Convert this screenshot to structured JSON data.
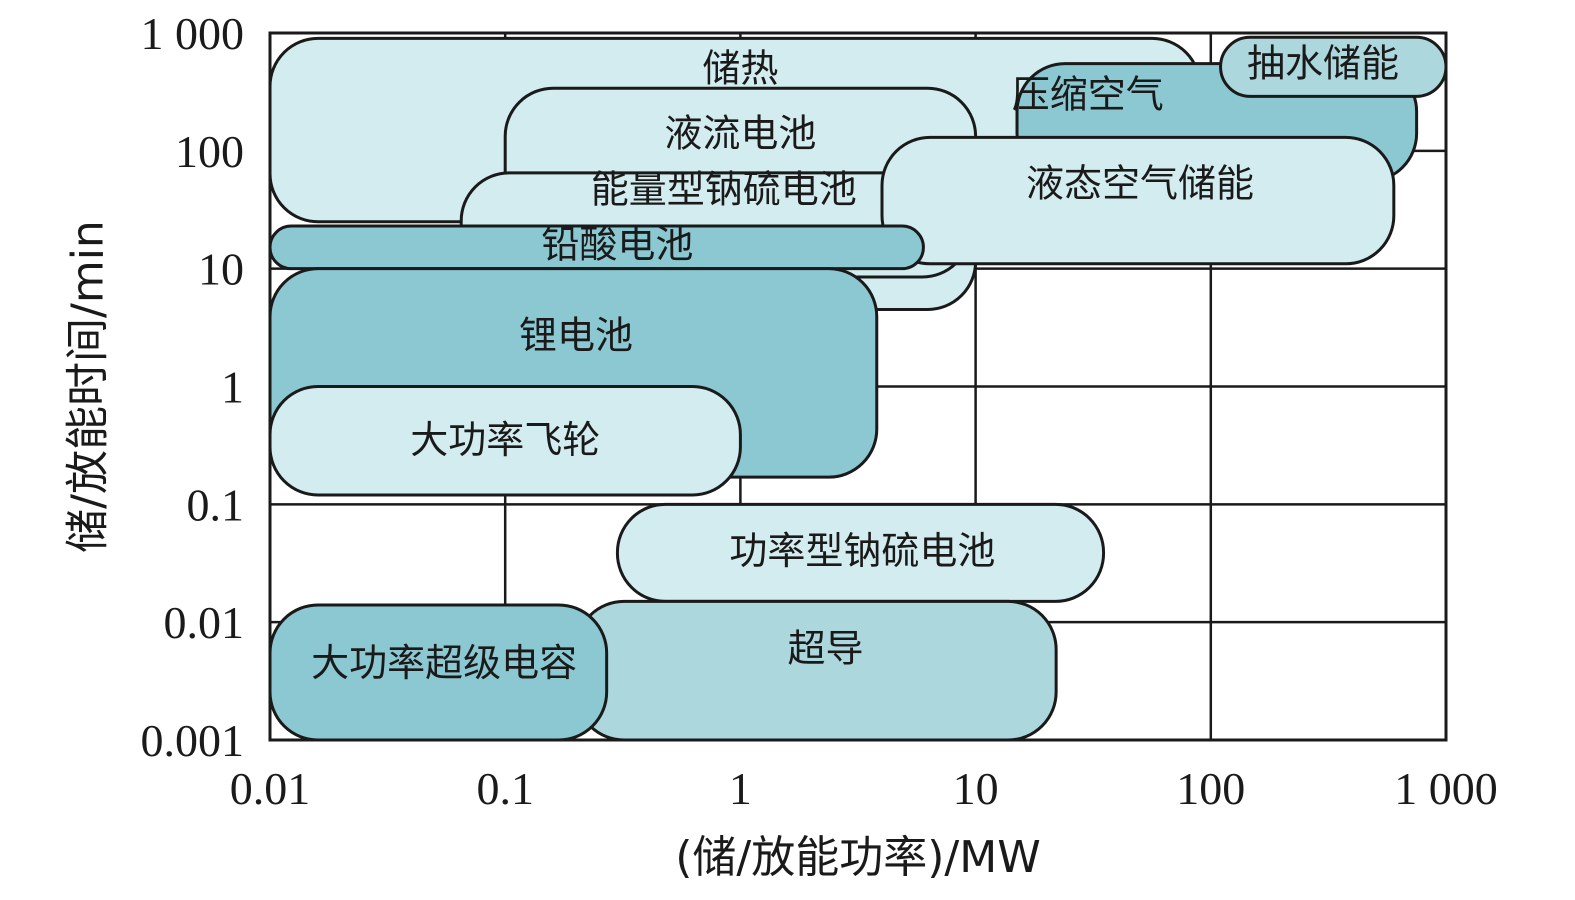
{
  "chart_data": {
    "type": "region-map",
    "x_scale": "log",
    "y_scale": "log",
    "xlim": [
      0.01,
      1000
    ],
    "ylim": [
      0.001,
      1000
    ],
    "x_ticks": [
      0.01,
      0.1,
      1,
      10,
      100,
      1000
    ],
    "x_tick_labels": [
      "0.01",
      "0.1",
      "1",
      "10",
      "100",
      "1 000"
    ],
    "y_ticks": [
      0.001,
      0.01,
      0.1,
      1,
      10,
      100,
      1000
    ],
    "y_tick_labels": [
      "0.001",
      "0.01",
      "0.1",
      "1",
      "10",
      "100",
      "1 000"
    ],
    "xlabel": "(储/放能功率)/MW",
    "ylabel": "储/放能时间/min",
    "grid": true,
    "colors": {
      "light": "#d3ecef",
      "medium": "#acd7dd",
      "dark": "#8cc8d2"
    },
    "regions": [
      {
        "name": "储热",
        "x": [
          0.01,
          90
        ],
        "y": [
          25,
          900
        ],
        "shade": "light",
        "label_at": [
          1,
          500
        ]
      },
      {
        "name": "压缩空气",
        "x": [
          15,
          750
        ],
        "y": [
          55,
          550
        ],
        "shade": "dark",
        "label_at": [
          30,
          300
        ]
      },
      {
        "name": "抽水储能",
        "x": [
          110,
          1000
        ],
        "y": [
          290,
          920
        ],
        "shade": "medium",
        "label_at": [
          300,
          550
        ]
      },
      {
        "name": "液流电池",
        "x": [
          0.1,
          10
        ],
        "y": [
          4.5,
          340
        ],
        "shade": "light",
        "label_at": [
          1,
          140
        ]
      },
      {
        "name": "能量型钠硫电池",
        "x": [
          0.065,
          9.5
        ],
        "y": [
          8.5,
          65
        ],
        "shade": "light",
        "label_at": [
          0.85,
          47
        ]
      },
      {
        "name": "液态空气储能",
        "x": [
          4,
          600
        ],
        "y": [
          11,
          130
        ],
        "shade": "light",
        "label_at": [
          50,
          53
        ]
      },
      {
        "name": "铅酸电池",
        "x": [
          0.01,
          6
        ],
        "y": [
          10,
          23
        ],
        "shade": "dark",
        "label_at": [
          0.3,
          16
        ]
      },
      {
        "name": "锂电池",
        "x": [
          0.01,
          3.8
        ],
        "y": [
          0.17,
          10
        ],
        "shade": "dark",
        "label_at": [
          0.2,
          2.7
        ]
      },
      {
        "name": "大功率飞轮",
        "x": [
          0.01,
          1
        ],
        "y": [
          0.12,
          1
        ],
        "shade": "light",
        "label_at": [
          0.1,
          0.35
        ]
      },
      {
        "name": "功率型钠硫电池",
        "x": [
          0.3,
          35
        ],
        "y": [
          0.015,
          0.1
        ],
        "shade": "light",
        "label_at": [
          3.3,
          0.04
        ]
      },
      {
        "name": "超导",
        "x": [
          0.2,
          22
        ],
        "y": [
          0.001,
          0.015
        ],
        "shade": "medium",
        "label_at": [
          2.3,
          0.006
        ]
      },
      {
        "name": "大功率超级电容",
        "x": [
          0.01,
          0.27
        ],
        "y": [
          0.001,
          0.014
        ],
        "shade": "dark",
        "label_at": [
          0.055,
          0.0045
        ]
      }
    ]
  }
}
